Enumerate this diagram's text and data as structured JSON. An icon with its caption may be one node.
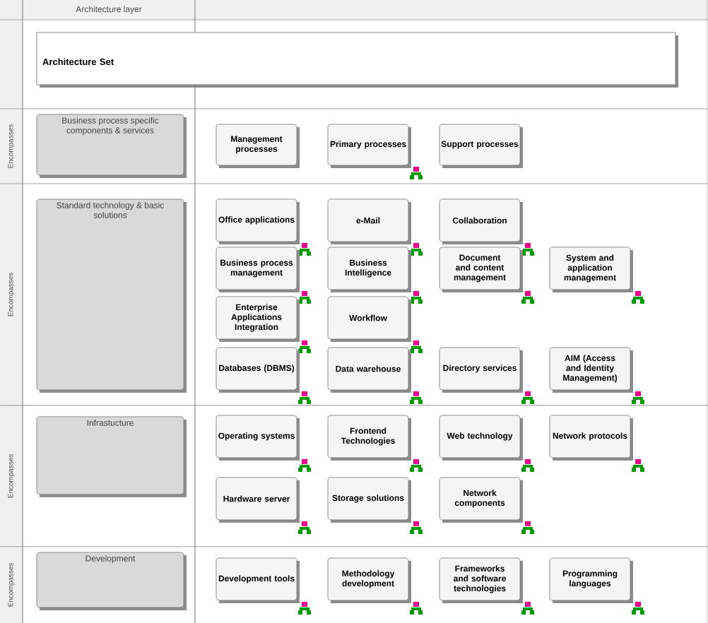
{
  "diagram": {
    "nodes": [
      {
        "text": [
          "Architecture Set"
        ]
      },
      {
        "text": [
          "Business process specific components & services"
        ]
      },
      {
        "text": [
          "Management processes"
        ]
      },
      {
        "text": [
          "Primary processes"
        ]
      },
      {
        "text": [
          "Support processes"
        ]
      },
      {
        "text": [
          "Standard technology & basic solutions"
        ]
      },
      {
        "text": [
          "Office applications"
        ]
      },
      {
        "text": [
          "e-Mail"
        ]
      },
      {
        "text": [
          "Collaboration"
        ]
      },
      {
        "text": [
          "Business process management"
        ]
      },
      {
        "text": [
          "Business Intelligence"
        ]
      },
      {
        "text": [
          "Document and content management"
        ]
      },
      {
        "text": [
          "System and application management"
        ]
      },
      {
        "text": [
          "Enterprise Applications Integration"
        ]
      },
      {
        "text": [
          "Workflow"
        ]
      },
      {
        "text": [
          "Databases (DBMS)"
        ]
      },
      {
        "text": [
          "Data warehouse"
        ]
      },
      {
        "text": [
          "Directory services"
        ]
      },
      {
        "text": [
          "AIM (Access and Identity Management)"
        ]
      },
      {
        "text": [
          "Infrastucture"
        ]
      },
      {
        "text": [
          "Operating systems"
        ]
      },
      {
        "text": [
          "Frontend Technologies"
        ]
      },
      {
        "text": [
          "Web technology"
        ]
      },
      {
        "text": [
          "Network protocols"
        ]
      },
      {
        "text": [
          "Hardware server"
        ]
      },
      {
        "text": [
          "Storage solutions"
        ]
      },
      {
        "text": [
          "Network components"
        ]
      },
      {
        "text": [
          "Development"
        ]
      },
      {
        "text": [
          "Development tools"
        ]
      },
      {
        "text": [
          "Methodology development"
        ]
      },
      {
        "text": [
          "Frameworks and software technologies"
        ]
      },
      {
        "text": [
          "Programming languages"
        ]
      }
    ],
    "labels": [
      "Architecture layer",
      "Encompasses",
      "Encompasses",
      "Encompasses",
      "Encompasses"
    ]
  }
}
